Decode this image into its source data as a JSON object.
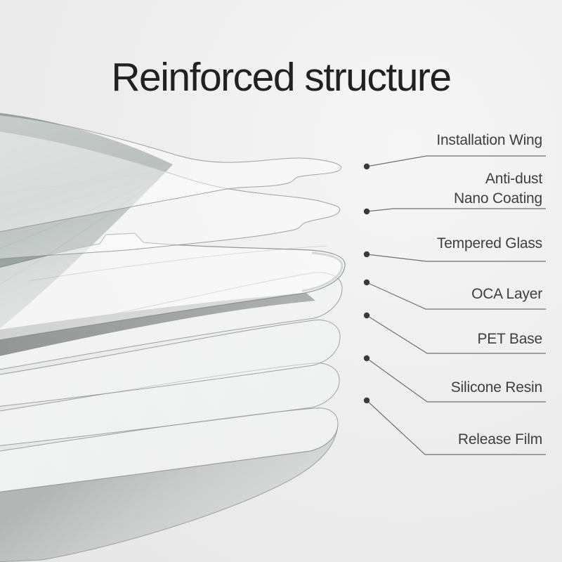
{
  "title": "Reinforced structure",
  "labels": [
    {
      "id": "installation-wing",
      "text": "Installation Wing"
    },
    {
      "id": "anti-dust-nano-coating",
      "text": "Anti-dust\nNano Coating"
    },
    {
      "id": "tempered-glass",
      "text": "Tempered Glass"
    },
    {
      "id": "oca-layer",
      "text": "OCA Layer"
    },
    {
      "id": "pet-base",
      "text": "PET Base"
    },
    {
      "id": "silicone-resin",
      "text": "Silicone Resin"
    },
    {
      "id": "release-film",
      "text": "Release Film"
    }
  ],
  "colors": {
    "background": "#ececec",
    "title_text": "#212121",
    "label_text": "#3e3e3e",
    "leader_line": "#6f6f6f",
    "dot_fill": "#3a3a3a"
  }
}
